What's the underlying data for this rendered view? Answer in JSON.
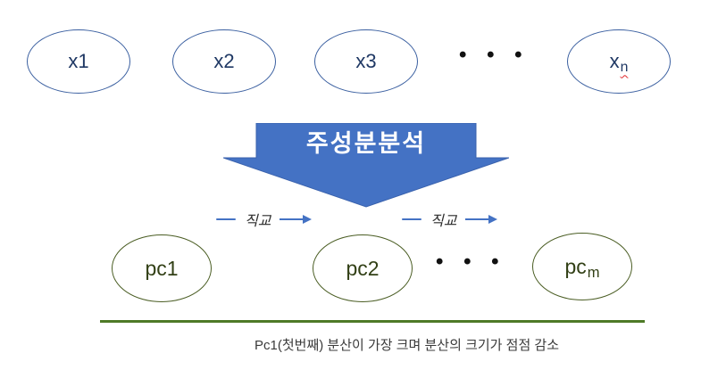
{
  "top_row": {
    "nodes": [
      {
        "label": "x1"
      },
      {
        "label": "x2"
      },
      {
        "label": "x3"
      }
    ],
    "dots": "• • •",
    "last_node": {
      "base": "x",
      "sub": "n"
    }
  },
  "transform_arrow": {
    "label": "주성분분석",
    "fill_color": "#4472C4",
    "text_color": "#ffffff"
  },
  "orthogonal_labels": [
    {
      "label": "직교"
    },
    {
      "label": "직교"
    }
  ],
  "bottom_row": {
    "nodes": [
      {
        "label": "pc1"
      },
      {
        "label": "pc2"
      }
    ],
    "dots": "• • •",
    "last_node": {
      "base": "pc",
      "sub": "m"
    }
  },
  "caption": "Pc1(첫번째) 분산이 가장 크며 분산의 크기가 점점 감소",
  "colors": {
    "top_ellipse_stroke": "#3a5fa0",
    "top_label_text": "#1f3864",
    "bottom_ellipse_stroke": "#4a5d23",
    "bottom_label_text": "#324016",
    "divider_line": "#4e7a27",
    "caption_text": "#3b3b3b",
    "ortho_accent": "#4472C4",
    "misspell_underline": "#e0262a"
  }
}
